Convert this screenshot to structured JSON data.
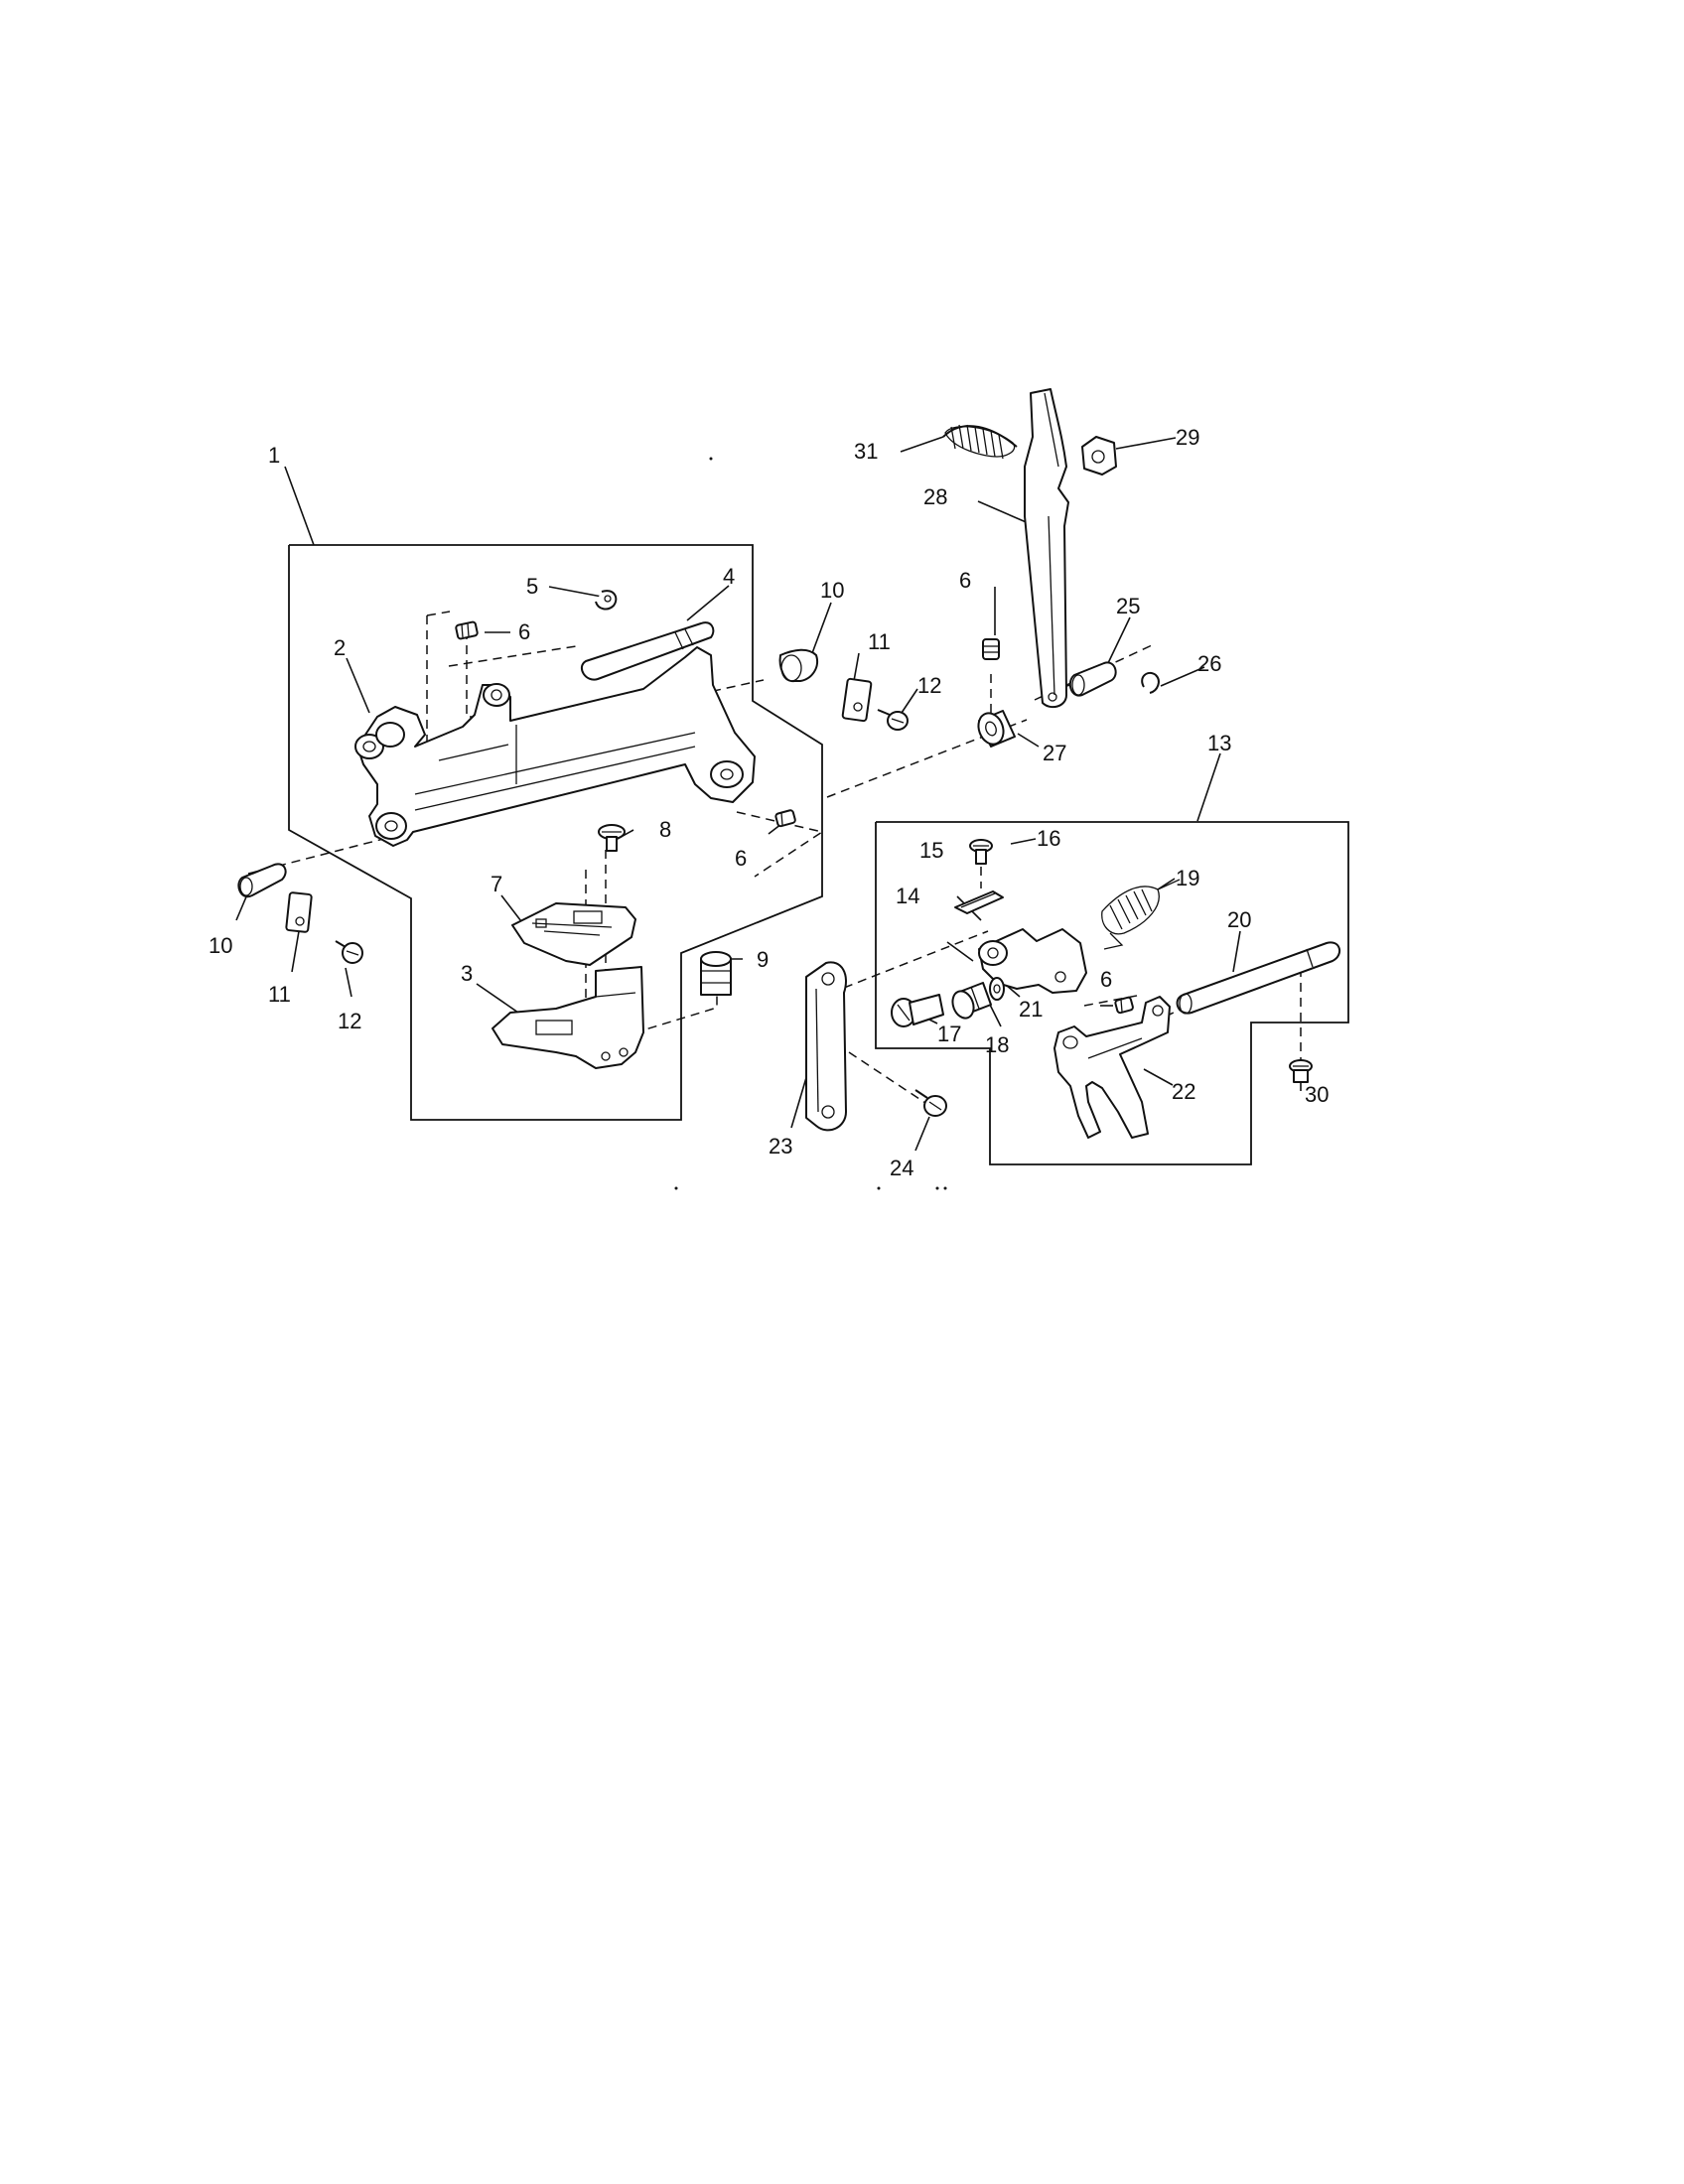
{
  "diagram": {
    "labels": [
      {
        "id": "1",
        "text": "1"
      },
      {
        "id": "2",
        "text": "2"
      },
      {
        "id": "3",
        "text": "3"
      },
      {
        "id": "4",
        "text": "4"
      },
      {
        "id": "5",
        "text": "5"
      },
      {
        "id": "6a",
        "text": "6"
      },
      {
        "id": "6b",
        "text": "6"
      },
      {
        "id": "6c",
        "text": "6"
      },
      {
        "id": "6d",
        "text": "6"
      },
      {
        "id": "7",
        "text": "7"
      },
      {
        "id": "8",
        "text": "8"
      },
      {
        "id": "9",
        "text": "9"
      },
      {
        "id": "10a",
        "text": "10"
      },
      {
        "id": "10b",
        "text": "10"
      },
      {
        "id": "11a",
        "text": "11"
      },
      {
        "id": "11b",
        "text": "11"
      },
      {
        "id": "12a",
        "text": "12"
      },
      {
        "id": "12b",
        "text": "12"
      },
      {
        "id": "13",
        "text": "13"
      },
      {
        "id": "14",
        "text": "14"
      },
      {
        "id": "15",
        "text": "15"
      },
      {
        "id": "16",
        "text": "16"
      },
      {
        "id": "17",
        "text": "17"
      },
      {
        "id": "18",
        "text": "18"
      },
      {
        "id": "19",
        "text": "19"
      },
      {
        "id": "20",
        "text": "20"
      },
      {
        "id": "21",
        "text": "21"
      },
      {
        "id": "22",
        "text": "22"
      },
      {
        "id": "23",
        "text": "23"
      },
      {
        "id": "24",
        "text": "24"
      },
      {
        "id": "25",
        "text": "25"
      },
      {
        "id": "26",
        "text": "26"
      },
      {
        "id": "27",
        "text": "27"
      },
      {
        "id": "28",
        "text": "28"
      },
      {
        "id": "29",
        "text": "29"
      },
      {
        "id": "30",
        "text": "30"
      },
      {
        "id": "31",
        "text": "31"
      }
    ]
  }
}
